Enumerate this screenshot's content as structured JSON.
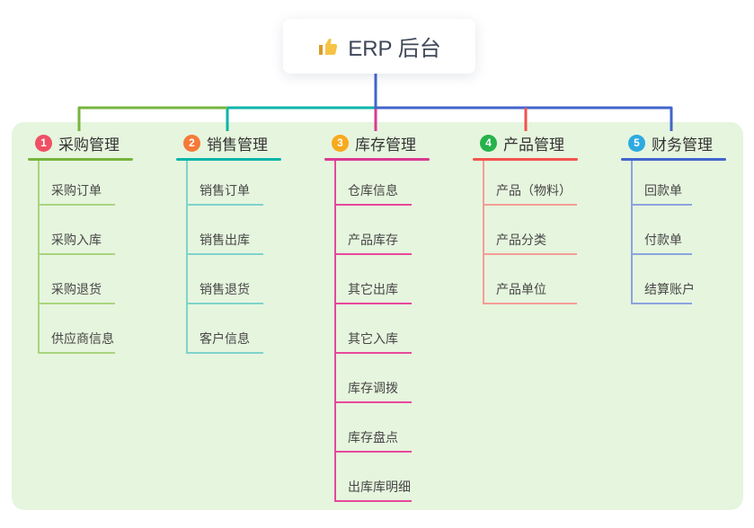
{
  "root": {
    "label": "ERP 后台",
    "icon": "thumbs-up-icon"
  },
  "branches": [
    {
      "num": "1",
      "label": "采购管理",
      "badge_color": "#ef5064",
      "line_color": "#76b53e",
      "child_line_color": "#a9d57f",
      "children": [
        "采购订单",
        "采购入库",
        "采购退货",
        "供应商信息"
      ]
    },
    {
      "num": "2",
      "label": "销售管理",
      "badge_color": "#f57a38",
      "line_color": "#0ab5a8",
      "child_line_color": "#7fd3cb",
      "children": [
        "销售订单",
        "销售出库",
        "销售退货",
        "客户信息"
      ]
    },
    {
      "num": "3",
      "label": "库存管理",
      "badge_color": "#f9a91d",
      "line_color": "#d93a92",
      "child_line_color": "#e8489c",
      "children": [
        "仓库信息",
        "产品库存",
        "其它出库",
        "其它入库",
        "库存调拨",
        "库存盘点",
        "出库库明细"
      ]
    },
    {
      "num": "4",
      "label": "产品管理",
      "badge_color": "#27b24b",
      "line_color": "#f2544e",
      "child_line_color": "#f59d96",
      "children": [
        "产品（物料）",
        "产品分类",
        "产品单位"
      ]
    },
    {
      "num": "5",
      "label": "财务管理",
      "badge_color": "#2eaae1",
      "line_color": "#4265cc",
      "child_line_color": "#8ba4dd",
      "children": [
        "回款单",
        "付款单",
        "结算账户"
      ]
    }
  ],
  "colors": {
    "panel_background": "#e6f5de",
    "page_background": "#ffffff",
    "root_connector": "#4265cc",
    "root_text": "#3e4757",
    "heading_text": "#333333",
    "child_text": "#474747",
    "thumb_icon": "#f6c344"
  }
}
